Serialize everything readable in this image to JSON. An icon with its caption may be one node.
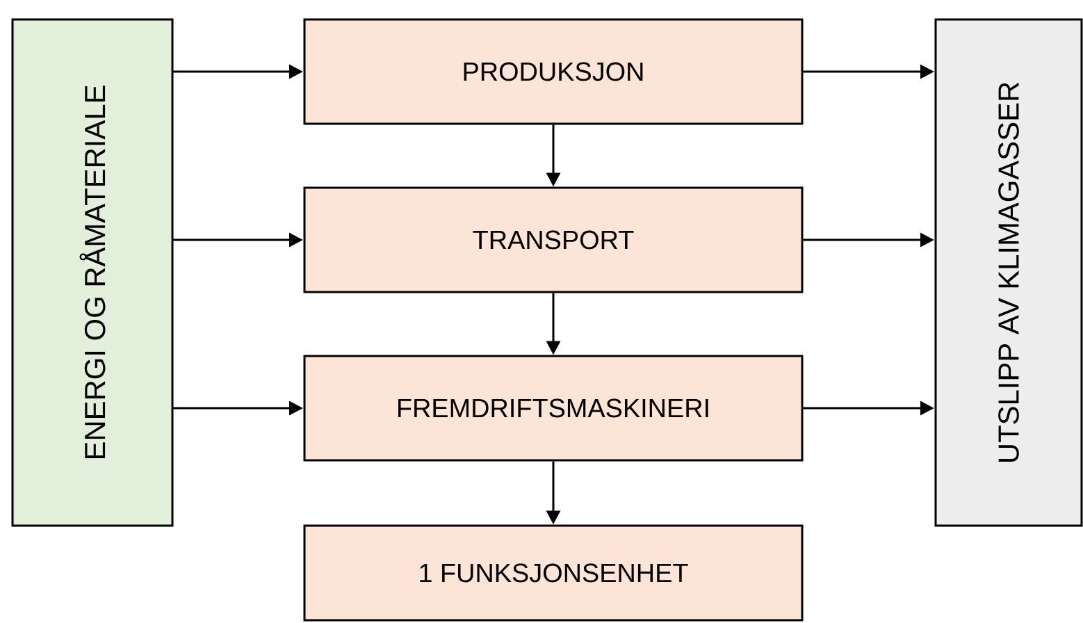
{
  "diagram": {
    "nodes": [
      {
        "text": [
          "ENERGI OG RÅMATERIALE"
        ]
      },
      {
        "text": [
          "PRODUKSJON"
        ]
      },
      {
        "text": [
          "TRANSPORT"
        ]
      },
      {
        "text": [
          "FREMDRIFTSMASKINERI"
        ]
      },
      {
        "text": [
          "1 FUNKSJONSENHET"
        ]
      },
      {
        "text": [
          "UTSLIPP AV KLIMAGASSER"
        ]
      }
    ],
    "edges": [
      {
        "from": 0,
        "to": 1,
        "arrow": "to"
      },
      {
        "from": 1,
        "to": 5,
        "arrow": "to"
      },
      {
        "from": 1,
        "to": 2,
        "arrow": "to"
      },
      {
        "from": 0,
        "to": 2,
        "arrow": "to"
      },
      {
        "from": 2,
        "to": 5,
        "arrow": "to"
      },
      {
        "from": 2,
        "to": 3,
        "arrow": "to"
      },
      {
        "from": 0,
        "to": 3,
        "arrow": "to"
      },
      {
        "from": 3,
        "to": 5,
        "arrow": "to"
      },
      {
        "from": 3,
        "to": 4,
        "arrow": "to"
      }
    ]
  }
}
